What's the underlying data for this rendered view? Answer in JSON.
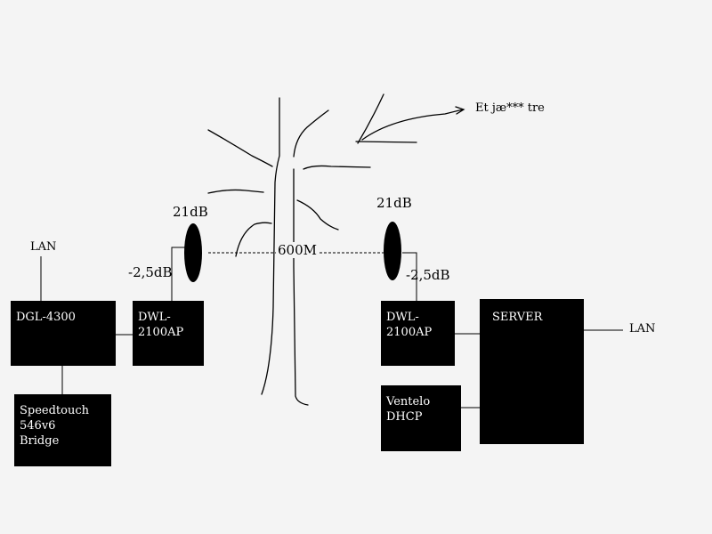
{
  "devices": {
    "dgl": "DGL-4300",
    "dwl_left": [
      "DWL-",
      "2100AP"
    ],
    "speedtouch": [
      "Speedtouch",
      "546v6",
      "Bridge"
    ],
    "dwl_right": [
      "DWL-",
      "2100AP"
    ],
    "ventelo": [
      "Ventelo",
      "DHCP"
    ],
    "server": "SERVER"
  },
  "labels": {
    "lan_left": "LAN",
    "lan_right": "LAN",
    "gain_left": "21dB",
    "gain_right": "21dB",
    "loss_left": "-2,5dB",
    "loss_right": "-2,5dB",
    "distance": "600M",
    "tree_note": "Et jæ*** tre"
  }
}
